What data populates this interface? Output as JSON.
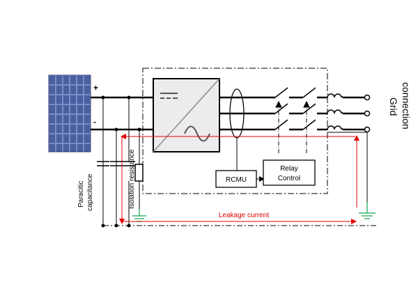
{
  "labels": {
    "plus": "+",
    "minus": "-",
    "rcmu": "RCMU",
    "relay_line1": "Relay",
    "relay_line2": "Control",
    "grid_line1": "Grid",
    "grid_line2": "connection",
    "paracitic_line1": "Paracitic",
    "paracitic_line2": "capacitance",
    "isolation": "Isolation resistance",
    "leakage": "Leakage current"
  },
  "colors": {
    "wire": "#000000",
    "leakage": "#e00000",
    "ground": "#3cb371",
    "panel": "#3b4f8a",
    "inverter_fill": "#e8e8e8",
    "inverter_diag": "#909090"
  }
}
